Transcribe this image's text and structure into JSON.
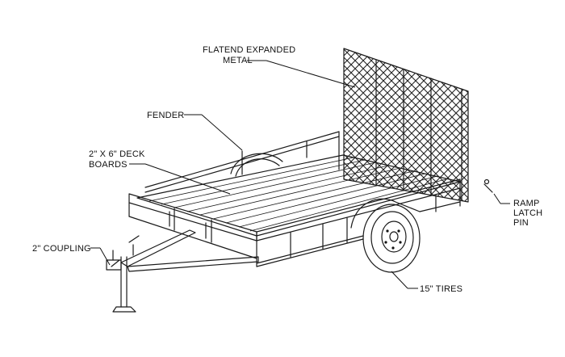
{
  "callouts": {
    "flatend_line1": "FLATEND EXPANDED",
    "flatend_line2": "METAL",
    "fender": "FENDER",
    "deck_line1": "2\" X 6\" DECK",
    "deck_line2": "BOARDS",
    "coupling": "2\" COUPLING",
    "tires": "15\" TIRES",
    "ramp_line1": "RAMP",
    "ramp_line2": "LATCH",
    "ramp_line3": "PIN"
  },
  "colors": {
    "ink": "#1a1a1a",
    "background": "#ffffff"
  }
}
